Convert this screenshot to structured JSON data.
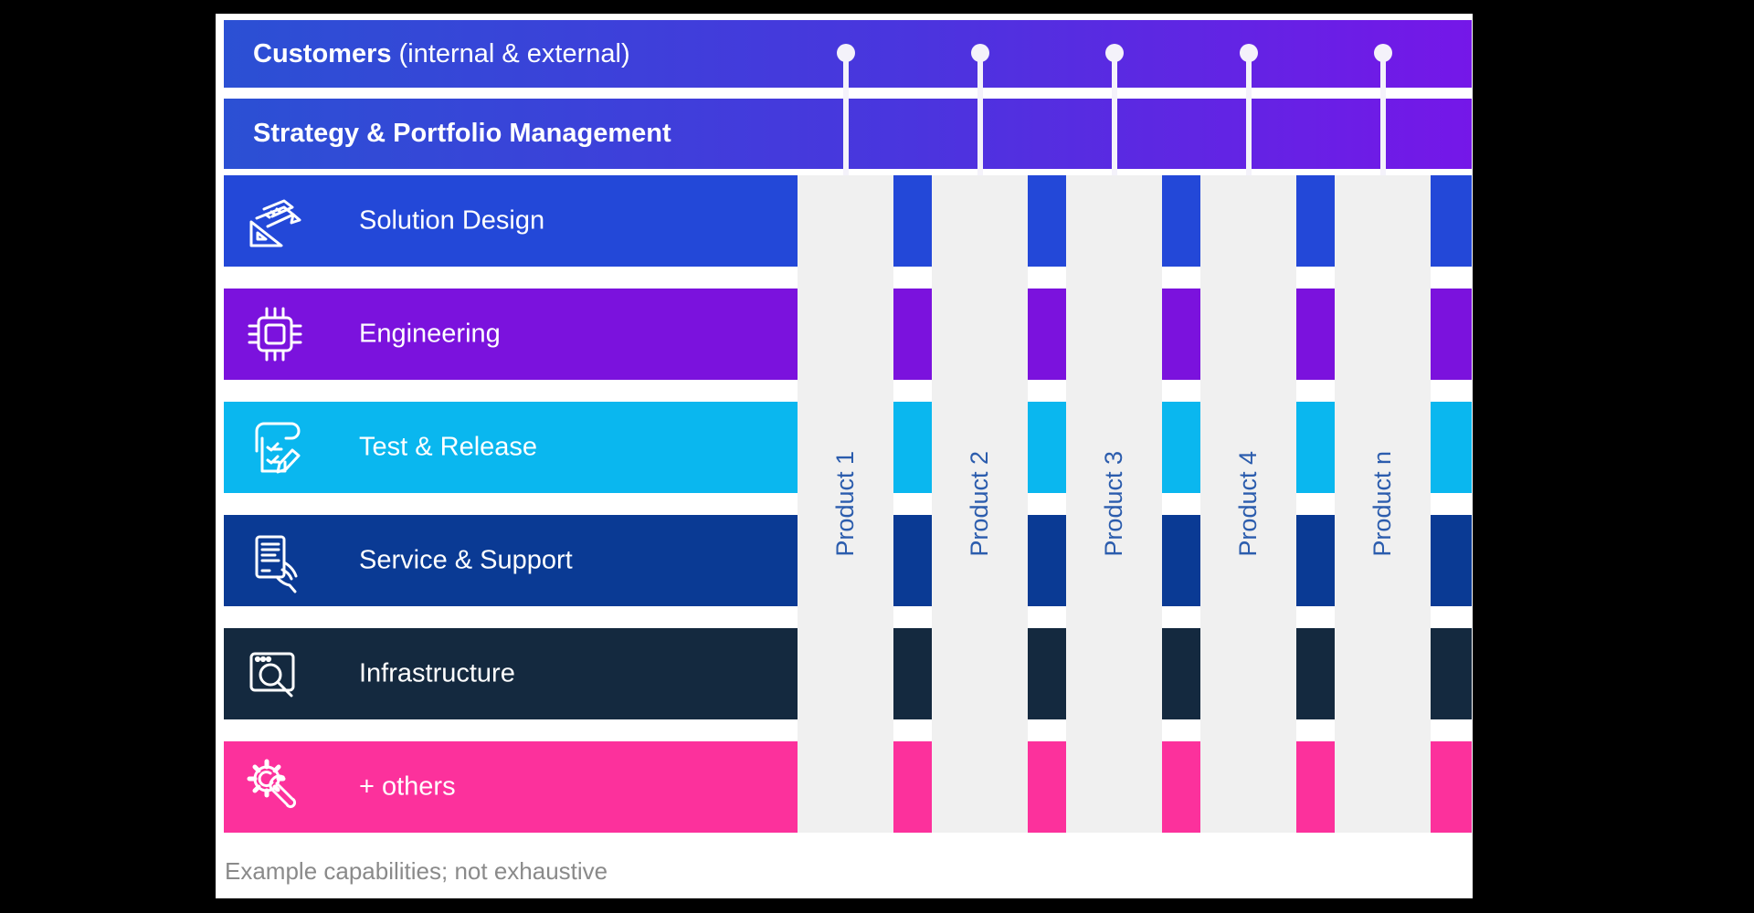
{
  "header": {
    "customers_bold": "Customers",
    "customers_rest": " (internal & external)",
    "strategy": "Strategy & Portfolio Management"
  },
  "rows": [
    {
      "label": "Solution Design",
      "color": "#2348d8",
      "icon": "drafting-tools-icon"
    },
    {
      "label": "Engineering",
      "color": "#7b12dd",
      "icon": "cpu-chip-icon"
    },
    {
      "label": "Test & Release",
      "color": "#0ab7ef",
      "icon": "checklist-pencil-icon"
    },
    {
      "label": "Service & Support",
      "color": "#0a3a94",
      "icon": "document-hand-icon"
    },
    {
      "label": "Infrastructure",
      "color": "#14293f",
      "icon": "browser-search-icon"
    },
    {
      "label": "+ others",
      "color": "#fc319c",
      "icon": "gear-wrench-icon"
    }
  ],
  "products": [
    {
      "label": "Product 1"
    },
    {
      "label": "Product 2"
    },
    {
      "label": "Product 3"
    },
    {
      "label": "Product 4"
    },
    {
      "label": "Product n"
    }
  ],
  "footer": {
    "caption": "Example capabilities; not exhaustive"
  },
  "colors": {
    "top_bar_gradient_start": "#2b50d4",
    "top_bar_gradient_end": "#7517e8",
    "product_column_bg": "#f0f0f0",
    "product_label_text": "#2b5cad",
    "connector": "#f4f2fa",
    "caption_text": "#8a8a8a",
    "page_background": "#000000",
    "panel_background": "#ffffff"
  }
}
